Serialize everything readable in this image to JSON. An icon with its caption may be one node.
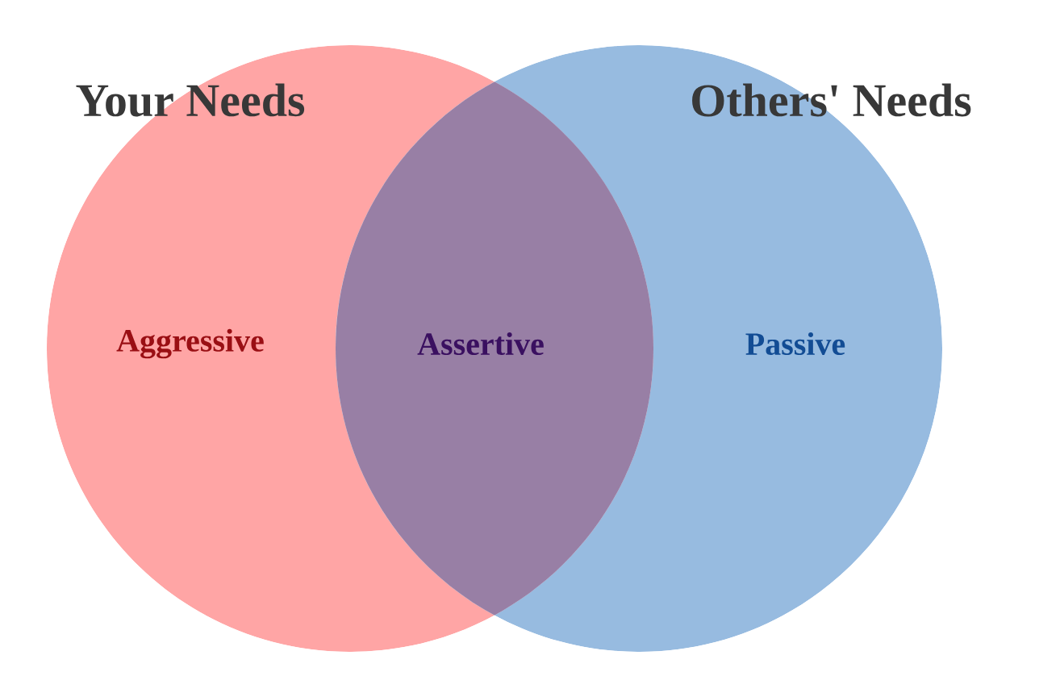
{
  "diagram": {
    "nodes": [
      {
        "text": [
          "Your Needs"
        ]
      },
      {
        "text": [
          "Others' Needs"
        ]
      }
    ],
    "labels": [
      "Aggressive",
      "Assertive",
      "Passive"
    ]
  }
}
